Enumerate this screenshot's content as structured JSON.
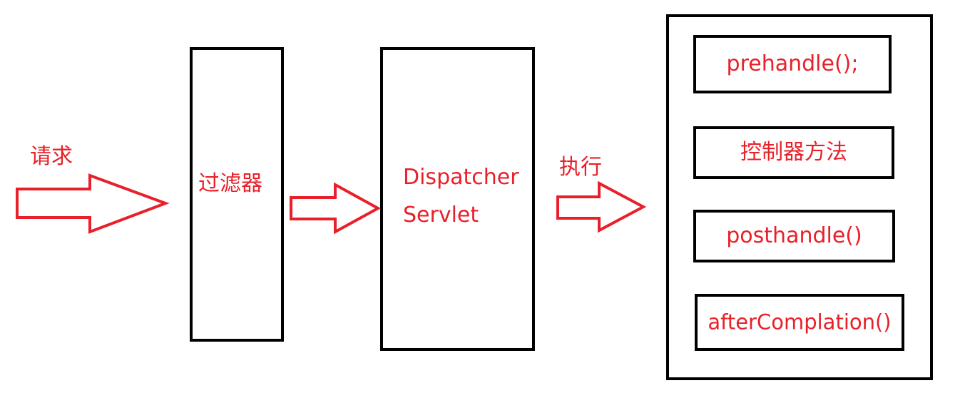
{
  "request_label": "请求",
  "filter_label": "过滤器",
  "dispatcher": {
    "line1": "Dispatcher",
    "line2": "Servlet"
  },
  "execute_label": "执行",
  "steps": [
    "prehandle();",
    "控制器方法",
    "posthandle()",
    "afterComplation()"
  ],
  "colors": {
    "text": "#e8202a",
    "arrow": "#e8202a",
    "box_border": "#000000"
  }
}
